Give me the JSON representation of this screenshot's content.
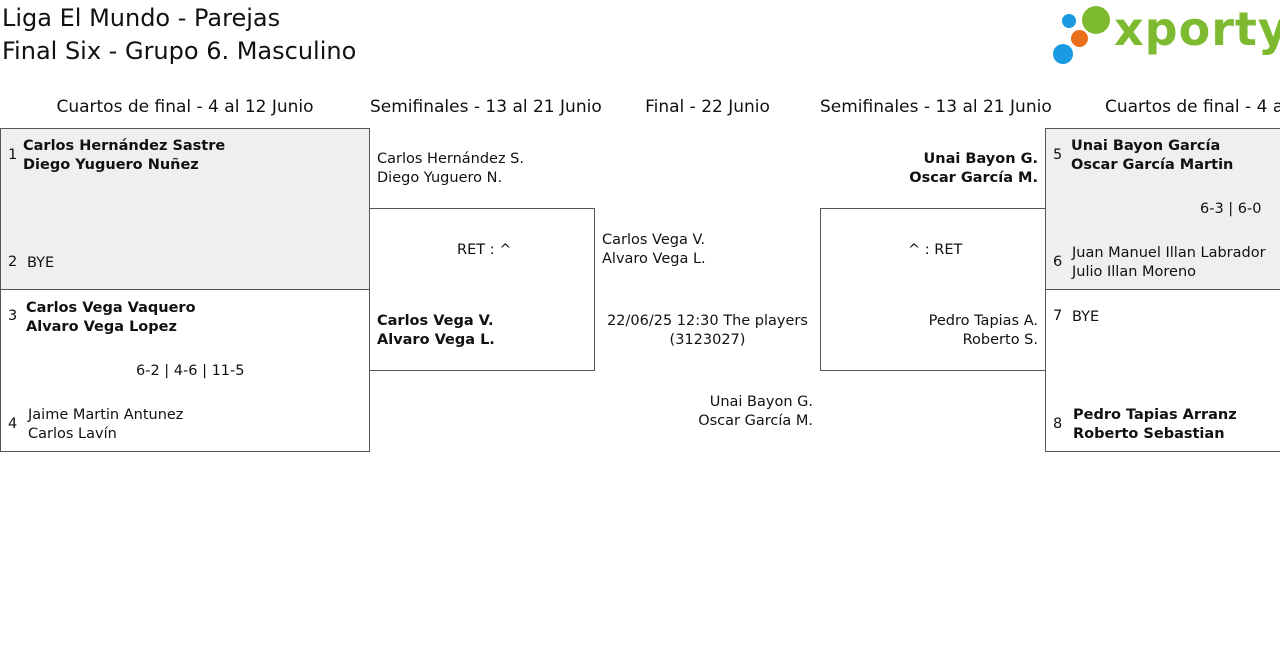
{
  "header": {
    "title_line1": "Liga El Mundo - Parejas",
    "title_line2": "Final Six - Grupo 6. Masculino",
    "logo_text": "xporty",
    "colors": {
      "green": "#7dba2f",
      "orange": "#e96f1b",
      "blue": "#1a9ae0"
    }
  },
  "rounds": {
    "left_qf": "Cuartos de final - 4 al 12 Junio",
    "left_sf": "Semifinales - 13 al 21 Junio",
    "final": "Final - 22 Junio",
    "right_sf": "Semifinales - 13 al 21 Junio",
    "right_qf": "Cuartos de final - 4 a"
  },
  "qf_left": {
    "m1": {
      "s1": "1",
      "p1a": "Carlos Hernández Sastre",
      "p1b": "Diego Yuguero Nuñez",
      "s2": "2",
      "p2a": "BYE"
    },
    "m2": {
      "s1": "3",
      "p1a": "Carlos Vega Vaquero",
      "p1b": "Alvaro Vega Lopez",
      "score": "6-2 | 4-6 | 11-5",
      "s2": "4",
      "p2a": "Jaime Martin Antunez",
      "p2b": "Carlos Lavín"
    }
  },
  "sf_left": {
    "top_a": "Carlos Hernández S.",
    "top_b": "Diego Yuguero N.",
    "score": "RET : ^",
    "bot_a": "Carlos Vega V.",
    "bot_b": "Alvaro Vega L."
  },
  "final": {
    "top_a": "Carlos Vega V.",
    "top_b": "Alvaro Vega L.",
    "info_a": "22/06/25 12:30 The players",
    "info_b": "(3123027)",
    "bot_a": "Unai Bayon G.",
    "bot_b": "Oscar García M."
  },
  "sf_right": {
    "top_a": "Unai Bayon G.",
    "top_b": "Oscar García M.",
    "score": "^ : RET",
    "bot_a": "Pedro Tapias A.",
    "bot_b": "Roberto S."
  },
  "qf_right": {
    "m1": {
      "s1": "5",
      "p1a": "Unai Bayon García",
      "p1b": "Oscar García Martin",
      "score": "6-3 | 6-0",
      "s2": "6",
      "p2a": "Juan Manuel Illan Labrador",
      "p2b": "Julio Illan Moreno"
    },
    "m2": {
      "s1": "7",
      "p1a": "BYE",
      "s2": "8",
      "p2a": "Pedro Tapias Arranz",
      "p2b": "Roberto Sebastian"
    }
  }
}
